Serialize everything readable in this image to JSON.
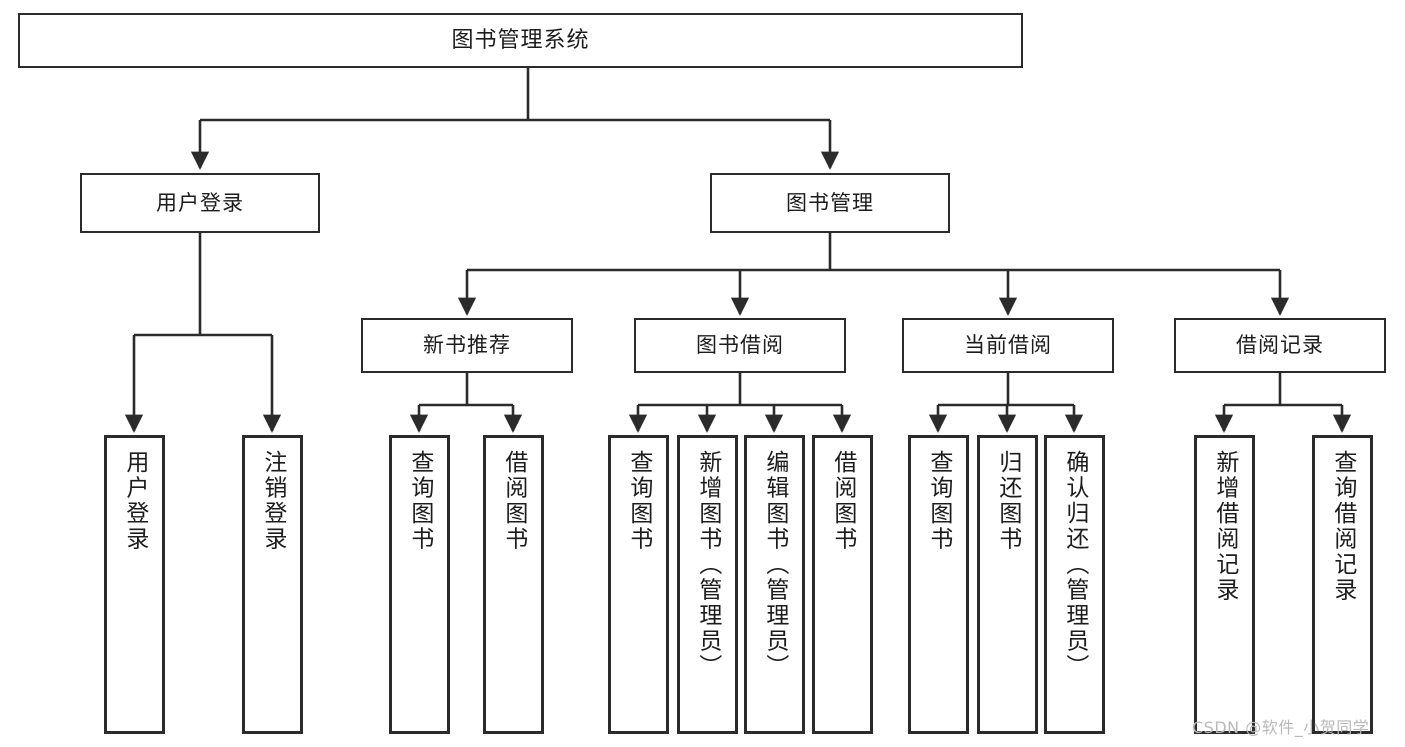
{
  "diagram": {
    "type": "tree-hierarchy",
    "title": "图书管理系统",
    "colors": {
      "box_border": "#2b2b2b",
      "box_fill": "#ffffff",
      "connector": "#2b2b2b",
      "background": "#ffffff",
      "watermark": "#b9b9b9"
    },
    "root": {
      "label": "图书管理系统"
    },
    "level2": [
      {
        "id": "user-login",
        "label": "用户登录"
      },
      {
        "id": "book-manage",
        "label": "图书管理"
      }
    ],
    "level3": [
      {
        "id": "new-book-recommend",
        "label": "新书推荐"
      },
      {
        "id": "book-borrow",
        "label": "图书借阅"
      },
      {
        "id": "current-borrow",
        "label": "当前借阅"
      },
      {
        "id": "borrow-record",
        "label": "借阅记录"
      }
    ],
    "leaves": [
      {
        "id": "leaf-user-login",
        "label": "用户登录",
        "parent": "user-login"
      },
      {
        "id": "leaf-logout-login",
        "label": "注销登录",
        "parent": "user-login"
      },
      {
        "id": "leaf-query-book-1",
        "label": "查询图书",
        "parent": "new-book-recommend"
      },
      {
        "id": "leaf-borrow-book-1",
        "label": "借阅图书",
        "parent": "new-book-recommend"
      },
      {
        "id": "leaf-query-book-2",
        "label": "查询图书",
        "parent": "book-borrow"
      },
      {
        "id": "leaf-add-book",
        "label": "新增图书（管理员）",
        "parent": "book-borrow"
      },
      {
        "id": "leaf-edit-book",
        "label": "编辑图书（管理员）",
        "parent": "book-borrow"
      },
      {
        "id": "leaf-borrow-book-2",
        "label": "借阅图书",
        "parent": "book-borrow"
      },
      {
        "id": "leaf-query-book-3",
        "label": "查询图书",
        "parent": "current-borrow"
      },
      {
        "id": "leaf-return-book",
        "label": "归还图书",
        "parent": "current-borrow"
      },
      {
        "id": "leaf-confirm-return",
        "label": "确认归还（管理员）",
        "parent": "current-borrow"
      },
      {
        "id": "leaf-add-record",
        "label": "新增借阅记录",
        "parent": "borrow-record"
      },
      {
        "id": "leaf-query-record",
        "label": "查询借阅记录",
        "parent": "borrow-record"
      }
    ],
    "watermark": "CSDN @软件_小贺同学"
  }
}
